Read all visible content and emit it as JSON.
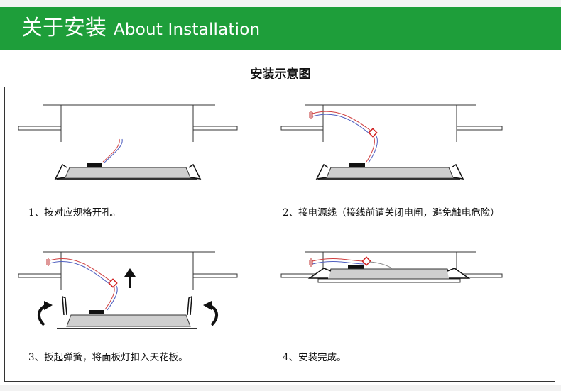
{
  "banner": {
    "title_cn": "关于安装",
    "title_en": "About Installation",
    "color": "#1e9e3a"
  },
  "diagram": {
    "title": "安装示意图",
    "steps": [
      {
        "caption": "1、按对应规格开孔。"
      },
      {
        "caption": "2、接电源线（接线前请关闭电闸，避免触电危险）"
      },
      {
        "caption": "3、扳起弹簧，将面板灯扣入天花板。"
      },
      {
        "caption": "4、安装完成。"
      }
    ]
  }
}
